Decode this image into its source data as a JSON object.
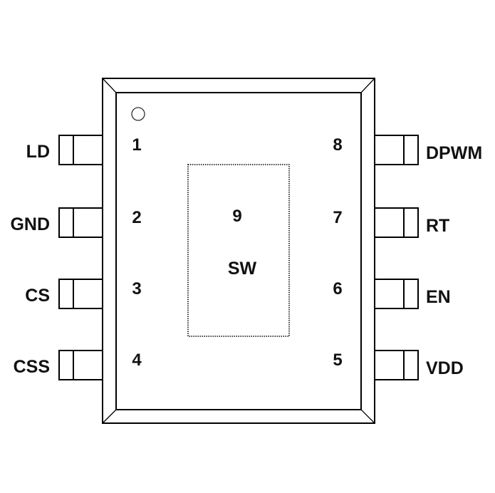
{
  "diagram": {
    "type": "IC package pinout",
    "package_shape": "8-pin with exposed pad",
    "pin1_marker": "circle-icon",
    "exposed_pad": {
      "number": "9",
      "name": "SW"
    },
    "pins_left": [
      {
        "number": "1",
        "name": "LD"
      },
      {
        "number": "2",
        "name": "GND"
      },
      {
        "number": "3",
        "name": "CS"
      },
      {
        "number": "4",
        "name": "CSS"
      }
    ],
    "pins_right": [
      {
        "number": "8",
        "name": "DPWM"
      },
      {
        "number": "7",
        "name": "RT"
      },
      {
        "number": "6",
        "name": "EN"
      },
      {
        "number": "5",
        "name": "VDD"
      }
    ],
    "colors": {
      "line": "#000000",
      "text": "#111111",
      "background": "#ffffff"
    }
  }
}
